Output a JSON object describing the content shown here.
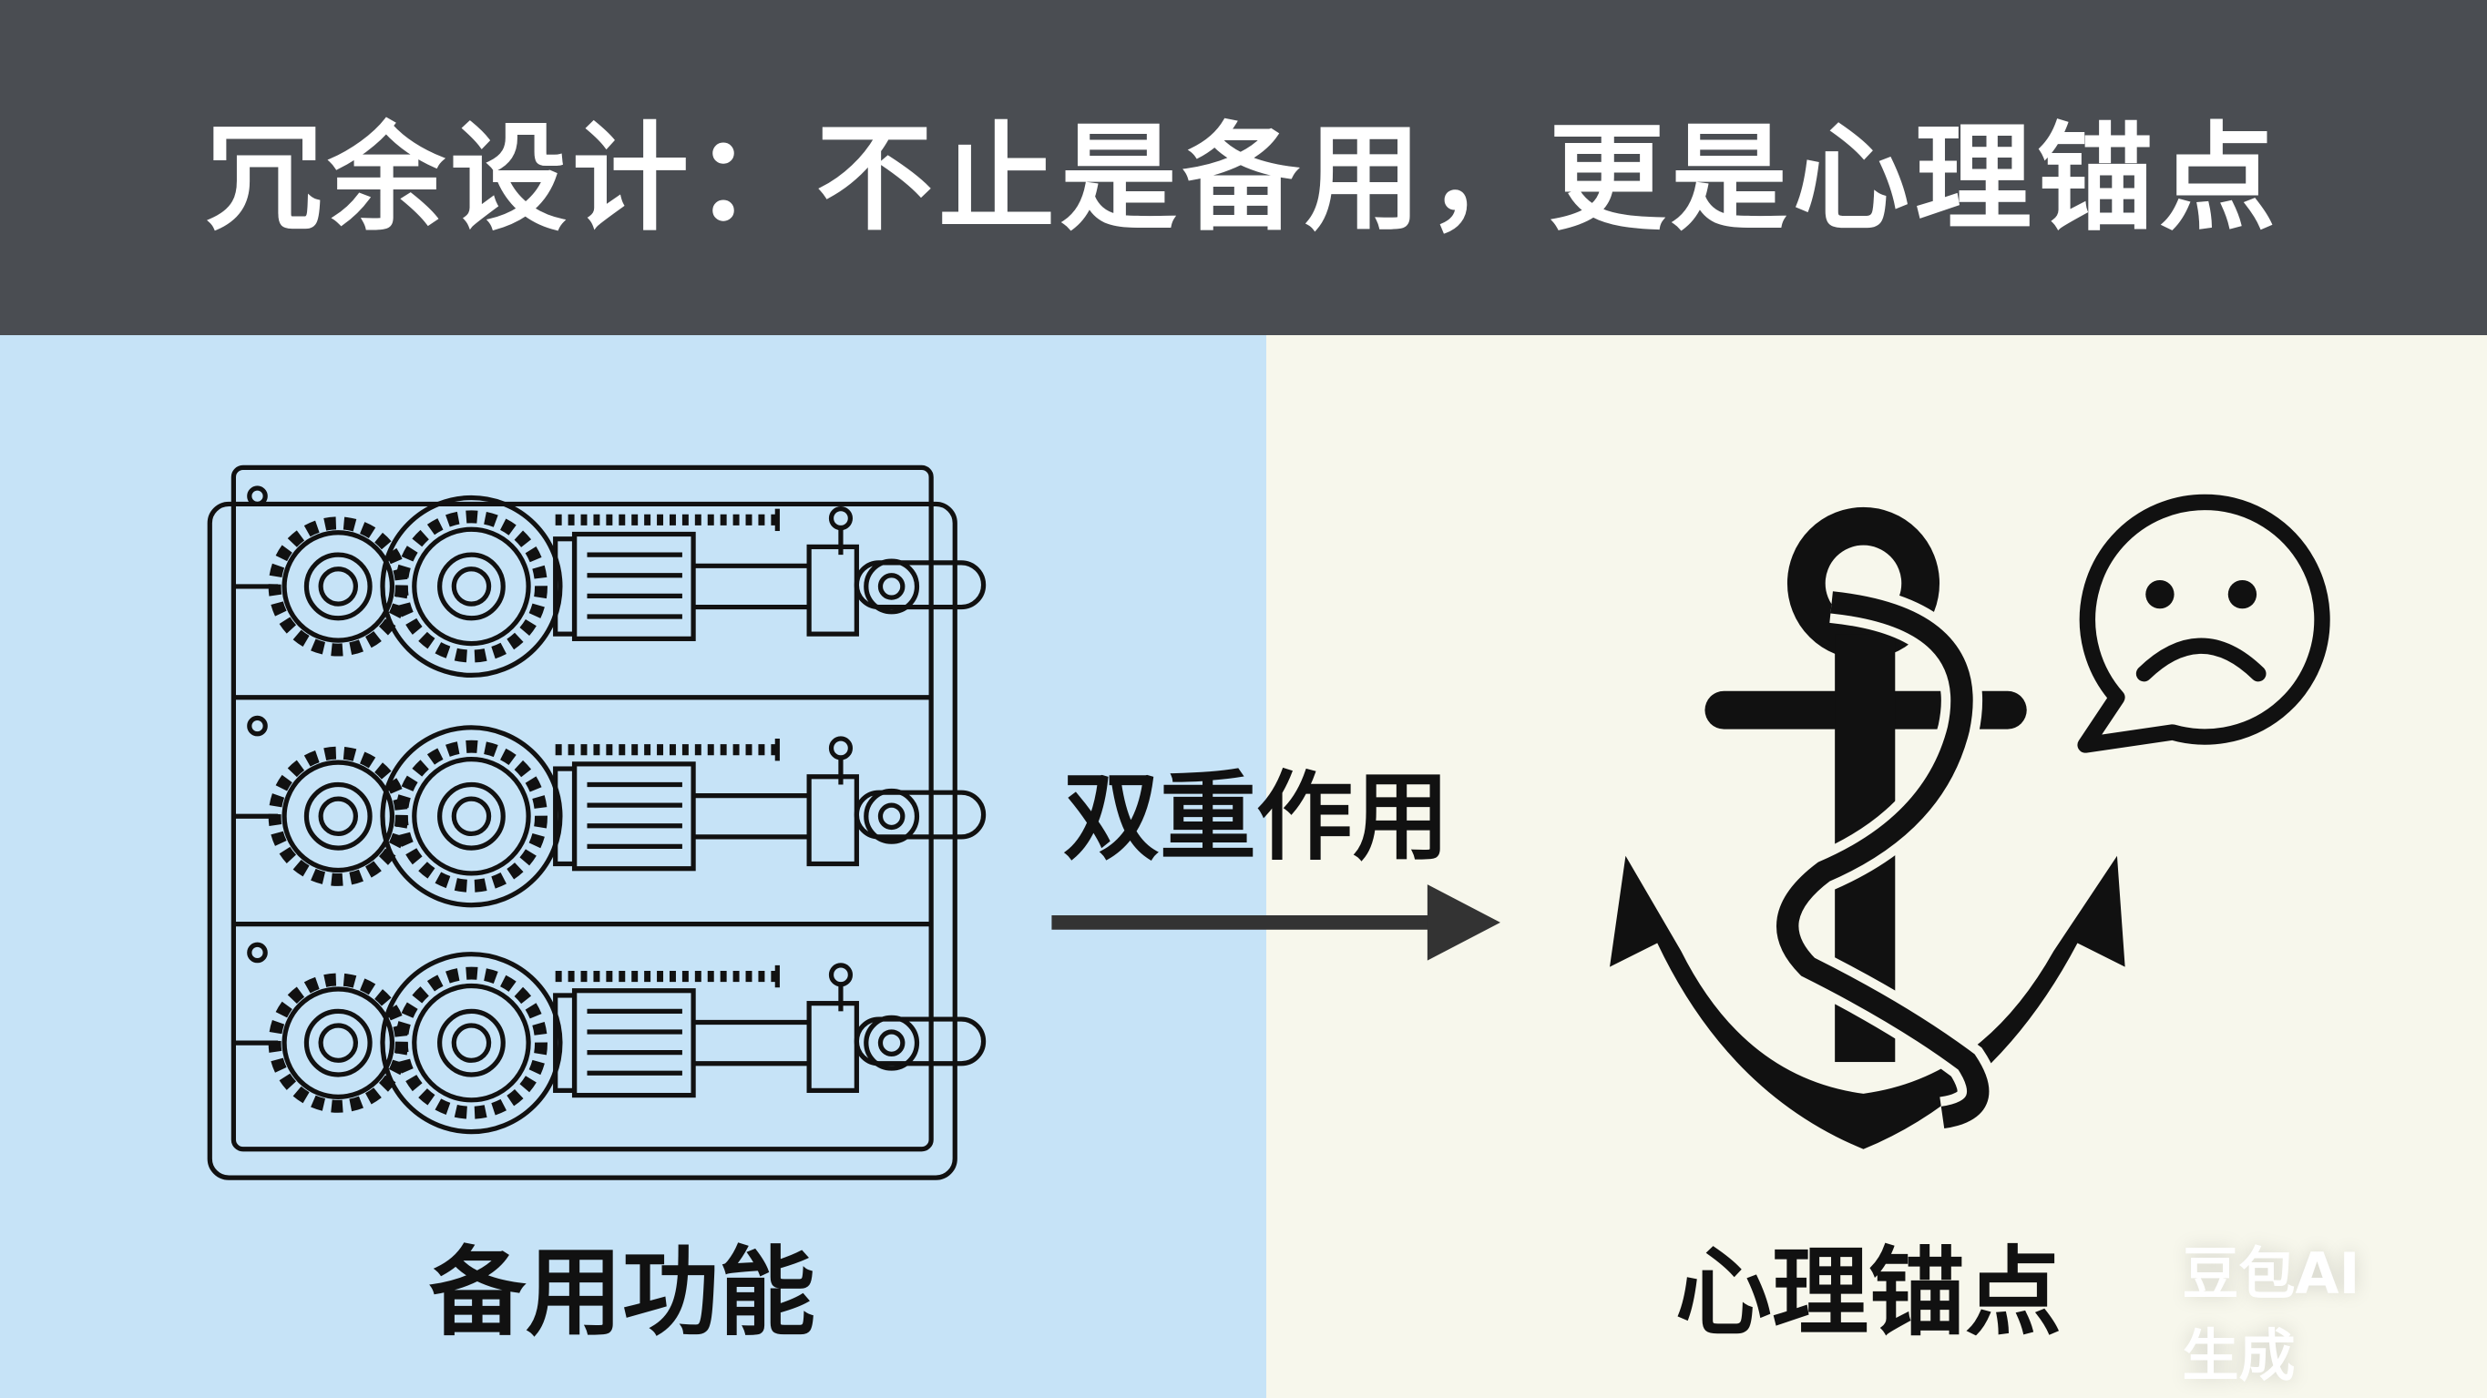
{
  "header": {
    "title": "冗余设计：不止是备用，更是心理锚点"
  },
  "left_panel": {
    "label": "备用功能",
    "icon": "redundant-machinery-icon",
    "color": "#c6e3f7"
  },
  "center": {
    "label": "双重作用",
    "icon": "right-arrow-icon"
  },
  "right_panel": {
    "label": "心理锚点",
    "icon": "anchor-icon",
    "bubble_icon": "sad-face-speech-bubble-icon",
    "color": "#f7f7ec"
  },
  "watermark": "豆包AI生成",
  "header_color": "#4a4d52"
}
